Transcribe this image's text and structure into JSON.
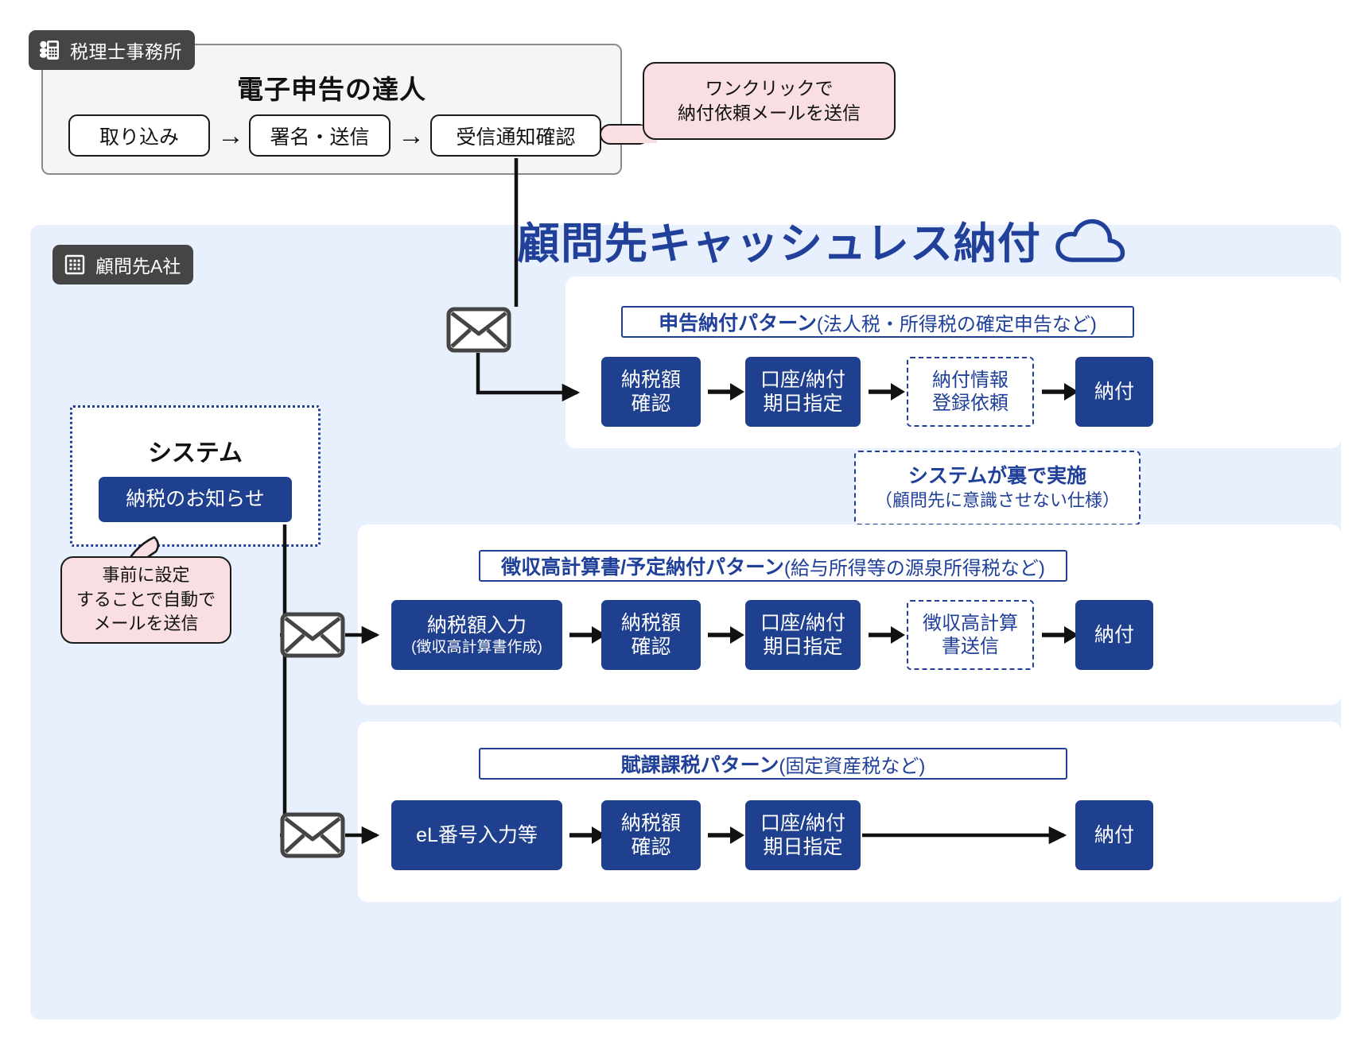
{
  "tax_office": {
    "badge_label": "税理士事務所",
    "badge_icon": "calculator-icon",
    "title": "電子申告の達人",
    "steps": [
      {
        "label": "取り込み"
      },
      {
        "label": "署名・送信"
      },
      {
        "label": "受信通知確認"
      }
    ],
    "arrow_glyph": "→"
  },
  "callouts": {
    "oneclick": {
      "line1": "ワンクリックで",
      "line2": "納付依頼メールを送信"
    },
    "preset": {
      "line1": "事前に設定",
      "line2": "することで自動で",
      "line3": "メールを送信"
    }
  },
  "client": {
    "badge_label": "顧問先A社",
    "badge_icon": "building-icon"
  },
  "heading": {
    "text": "顧問先キャッシュレス納付",
    "icon": "cloud-icon",
    "color": "#20409a"
  },
  "system": {
    "title": "システム",
    "notify_label": "納税のお知らせ"
  },
  "system_note": {
    "line1": "システムが裏で実施",
    "line2": "（顧問先に意識させない仕様）"
  },
  "patterns": [
    {
      "title_strong": "申告納付パターン",
      "title_regular": "(法人税・所得税の確定申告など)",
      "steps": [
        {
          "kind": "solid",
          "l1": "納税額",
          "l2": "確認"
        },
        {
          "kind": "solid",
          "l1": "口座/納付",
          "l2": "期日指定"
        },
        {
          "kind": "dashed",
          "l1": "納付情報",
          "l2": "登録依頼"
        },
        {
          "kind": "solid",
          "l1": "納付",
          "l2": ""
        }
      ]
    },
    {
      "title_strong": "徴収高計算書/予定納付パターン",
      "title_regular": "(給与所得等の源泉所得税など)",
      "steps": [
        {
          "kind": "solid",
          "l1": "納税額入力",
          "sub": "(徴収高計算書作成)"
        },
        {
          "kind": "solid",
          "l1": "納税額",
          "l2": "確認"
        },
        {
          "kind": "solid",
          "l1": "口座/納付",
          "l2": "期日指定"
        },
        {
          "kind": "dashed",
          "l1": "徴収高計算",
          "l2": "書送信"
        },
        {
          "kind": "solid",
          "l1": "納付",
          "l2": ""
        }
      ]
    },
    {
      "title_strong": "賦課課税パターン",
      "title_regular": "(固定資産税など)",
      "steps": [
        {
          "kind": "solid",
          "l1": "eL番号入力等",
          "l2": ""
        },
        {
          "kind": "solid",
          "l1": "納税額",
          "l2": "確認"
        },
        {
          "kind": "solid",
          "l1": "口座/納付",
          "l2": "期日指定"
        },
        {
          "kind": "solid",
          "l1": "納付",
          "l2": ""
        }
      ]
    }
  ],
  "icons": {
    "envelope": "envelope-icon"
  },
  "colors": {
    "panel_blue": "#e9f0fd",
    "navy": "#1f3f8f",
    "accent": "#20409a",
    "pink": "#fadfe2",
    "badge_gray": "#454545"
  }
}
